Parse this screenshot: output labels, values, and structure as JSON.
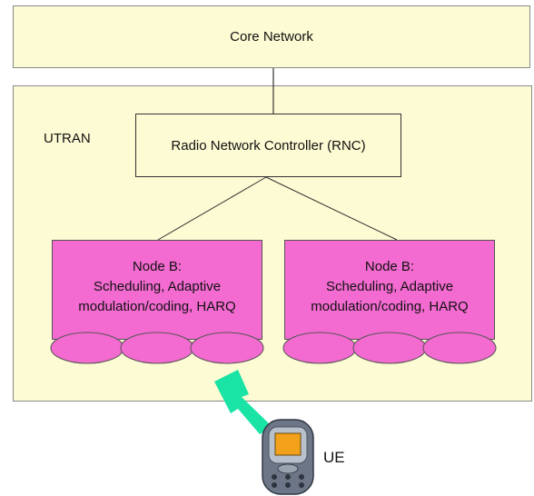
{
  "diagram": {
    "core_network": "Core Network",
    "utran": "UTRAN",
    "rnc": "Radio Network Controller (RNC)",
    "nodes": [
      {
        "title": "Node B:",
        "line1": "Scheduling, Adaptive",
        "line2": "modulation/coding, HARQ"
      },
      {
        "title": "Node B:",
        "line1": "Scheduling, Adaptive",
        "line2": "modulation/coding, HARQ"
      }
    ],
    "ue": "UE"
  },
  "colors": {
    "box_fill": "#fdfbd3",
    "node_fill": "#f36ad0",
    "lightning": "#19e3a5",
    "phone_screen": "#f3a11a"
  }
}
